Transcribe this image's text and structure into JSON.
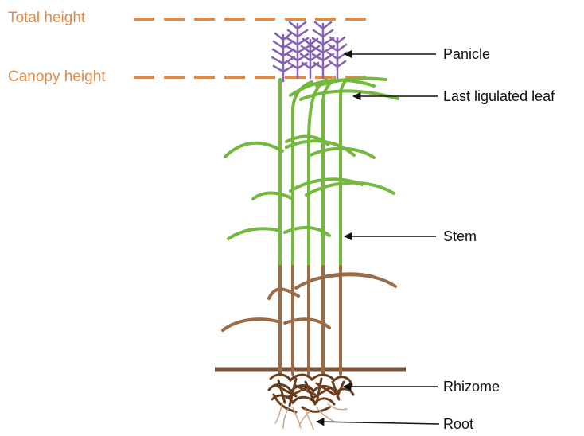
{
  "colors": {
    "height_marker": "#e08a4a",
    "stem_green": "#74b83e",
    "stem_brown": "#9a6b46",
    "panicle": "#8560b3",
    "ground": "#7a5338",
    "rhizome": "#6a3d1c",
    "arrow": "#111111"
  },
  "height_markers": {
    "total": "Total height",
    "canopy": "Canopy height"
  },
  "labels": {
    "panicle": "Panicle",
    "last_leaf": "Last ligulated leaf",
    "stem": "Stem",
    "rhizome": "Rhizome",
    "root": "Root"
  }
}
